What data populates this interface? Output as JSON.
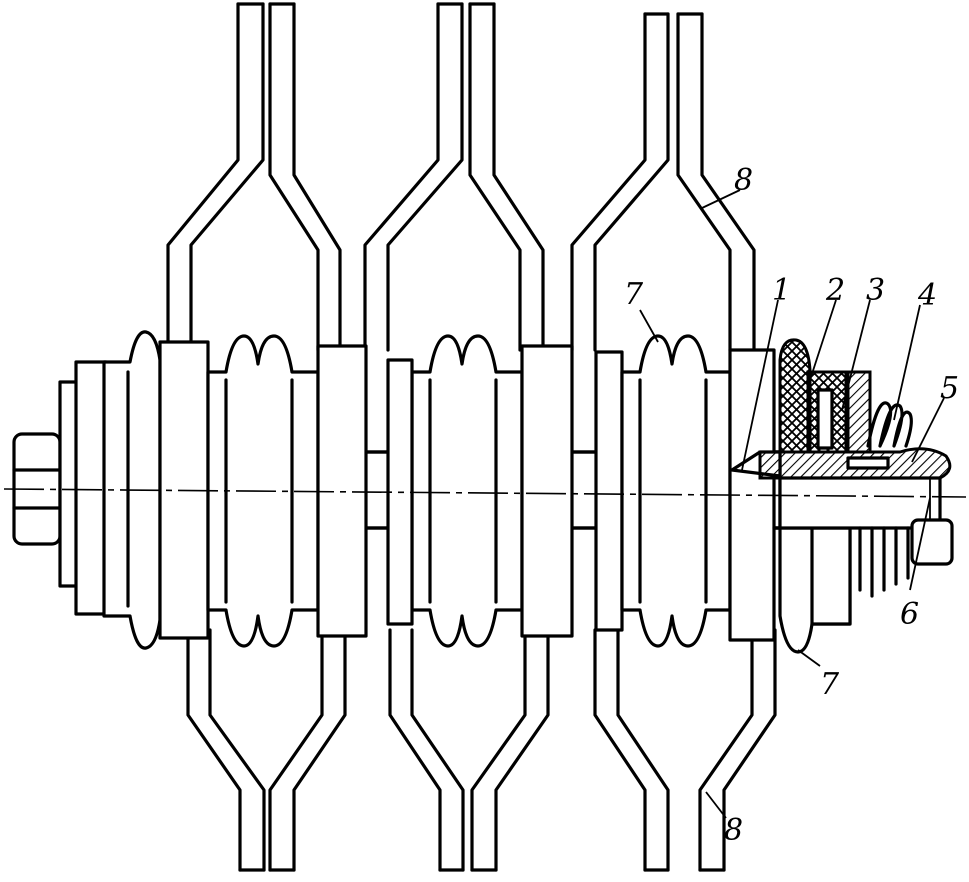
{
  "labels": {
    "l1": "1",
    "l2": "2",
    "l3": "3",
    "l4": "4",
    "l5": "5",
    "l6": "6",
    "l7a": "7",
    "l7b": "7",
    "l8a": "8",
    "l8b": "8"
  },
  "ink_color": "#000000",
  "paper_color": "#ffffff"
}
